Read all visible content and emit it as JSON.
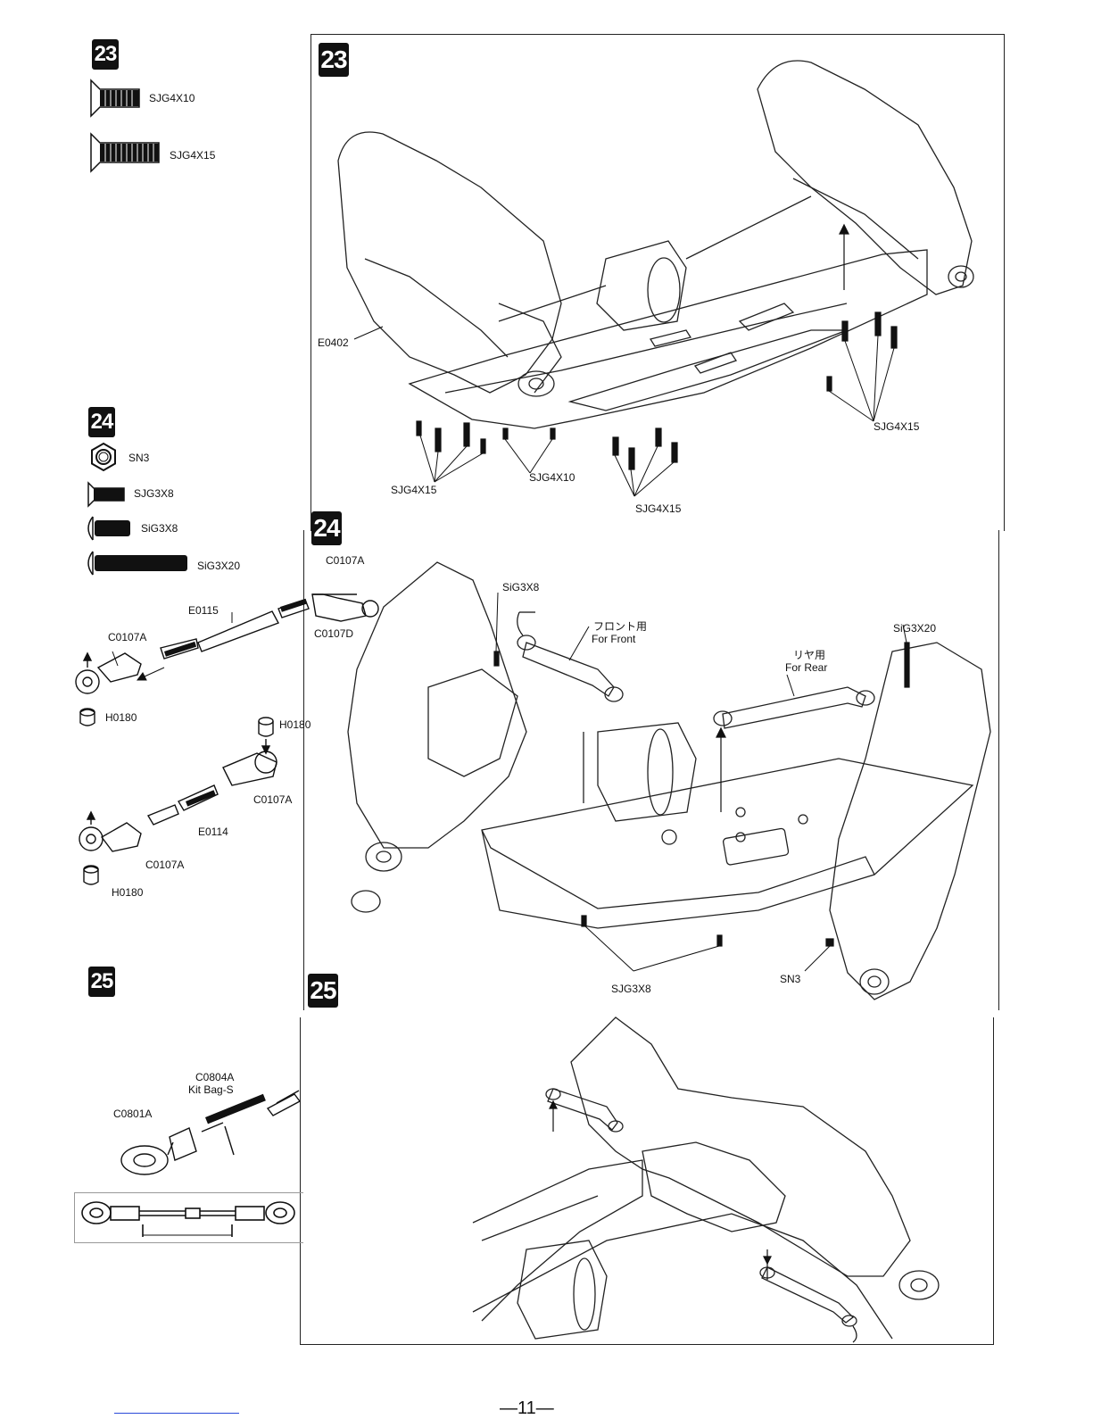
{
  "steps": {
    "s23": {
      "number": "23",
      "parts": [
        {
          "code": "SJG4X10",
          "icon": "countersunk-screw-icon"
        },
        {
          "code": "SJG4X15",
          "icon": "countersunk-screw-icon"
        }
      ],
      "callouts": {
        "e0402": "E0402",
        "sjg4x15_a": "SJG4X15",
        "sjg4x10": "SJG4X10",
        "sjg4x15_b": "SJG4X15",
        "sjg4x15_c": "SJG4X15"
      }
    },
    "s24": {
      "number": "24",
      "parts": [
        {
          "code": "SN3",
          "icon": "nut-icon"
        },
        {
          "code": "SJG3X8",
          "icon": "countersunk-screw-icon"
        },
        {
          "code": "SiG3X8",
          "icon": "button-head-screw-icon"
        },
        {
          "code": "SiG3X20",
          "icon": "button-head-screw-icon"
        }
      ],
      "callouts": {
        "c0107a_top": "C0107A",
        "c0107d": "C0107D",
        "e0115": "E0115",
        "c0107a_left": "C0107A",
        "h0180_a": "H0180",
        "h0180_b": "H0180",
        "c0107a_mid": "C0107A",
        "e0114": "E0114",
        "c0107a_bottom": "C0107A",
        "h0180_c": "H0180",
        "sig3x8": "SiG3X8",
        "front_jp": "フロント用",
        "front_en": "For Front",
        "rear_jp": "リヤ用",
        "rear_en": "For Rear",
        "sig3x20": "SiG3X20",
        "sjg3x8": "SJG3X8",
        "sn3": "SN3"
      }
    },
    "s25": {
      "number": "25",
      "callouts": {
        "c0804a": "C0804A",
        "kit_bag": "Kit Bag-S",
        "c0801a": "C0801A"
      }
    }
  },
  "page_number": "—11—"
}
